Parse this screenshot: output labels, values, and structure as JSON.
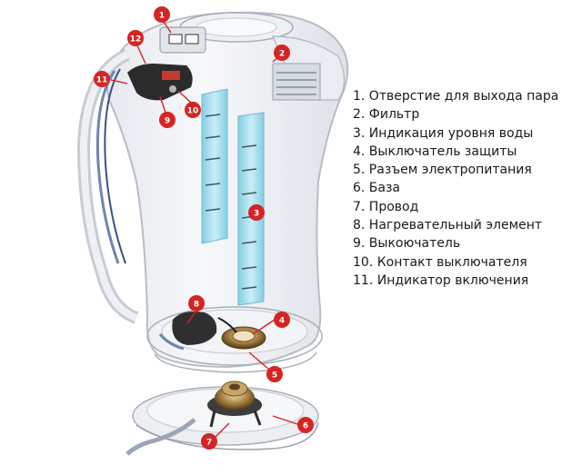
{
  "legend": {
    "items": [
      "1. Отверстие для выхода пара",
      "2. Фильтр",
      "3. Индикация уровня воды",
      "4. Выключатель защиты",
      "5. Разъем электропитания",
      "6. База",
      "7. Провод",
      "8. Нагревательный элемент",
      "9. Выкоючатель",
      "10. Контакт выключателя",
      "11. Индикатор включения"
    ]
  },
  "markers": [
    "1",
    "12",
    "11",
    "9",
    "10",
    "2",
    "3",
    "8",
    "4",
    "5",
    "6",
    "7"
  ],
  "colors": {
    "marker": "#d52424",
    "leader_line": "#d52424",
    "water_indicator": "#9fd9ea",
    "kettle_outline": "#b8bcc4",
    "text": "#1a1a1a"
  }
}
